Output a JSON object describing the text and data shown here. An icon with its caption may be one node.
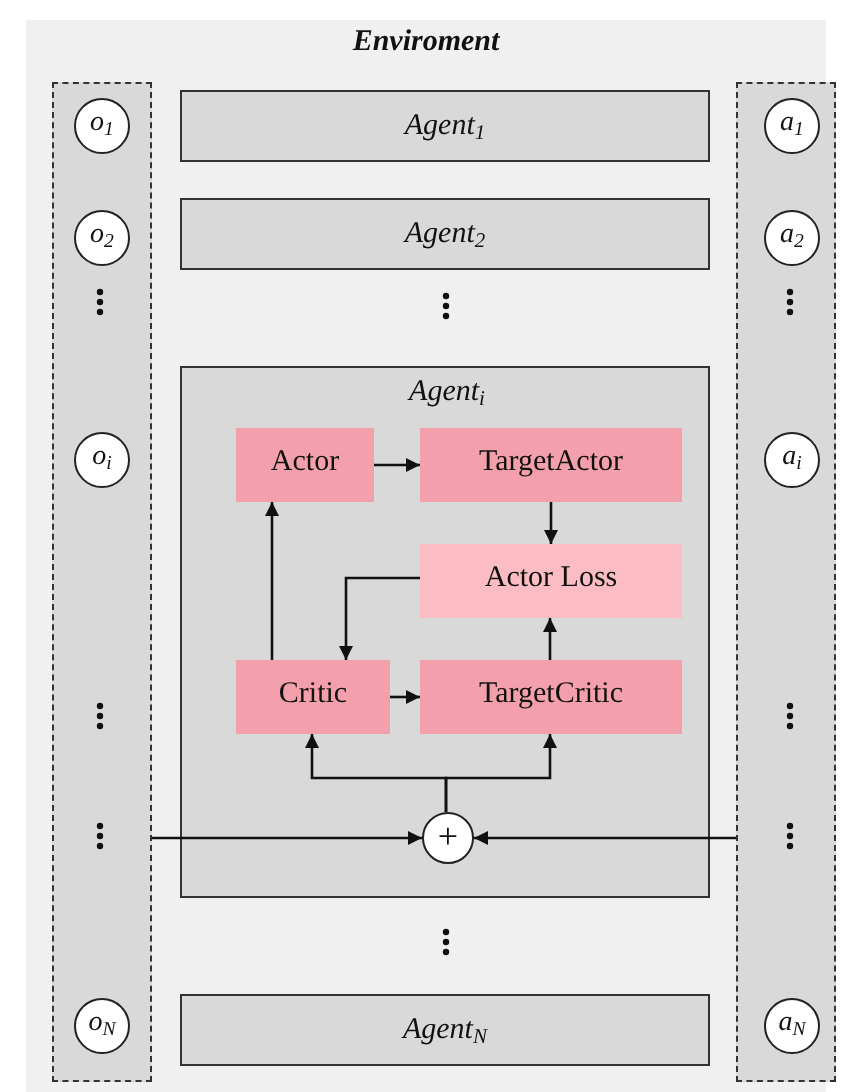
{
  "diagram": {
    "nodes": [
      {
        "text": [
          "Enviroment"
        ]
      },
      {
        "text": [],
        "shape": "box",
        "in": 0
      },
      {
        "text": [
          "o$_{1}$"
        ],
        "in": 1
      },
      {
        "text": [
          "o$_{2}$"
        ],
        "in": 1
      },
      {
        "text": [
          "o$_{i}$"
        ],
        "in": 1
      },
      {
        "text": [
          "o$_{N}$"
        ],
        "in": 1
      },
      {
        "text": [],
        "shape": "box",
        "in": 0
      },
      {
        "text": [
          "a$_{1}$"
        ],
        "in": 6
      },
      {
        "text": [
          "a$_{2}$"
        ],
        "in": 6
      },
      {
        "text": [
          "a$_{i}$"
        ],
        "in": 6
      },
      {
        "text": [
          "a$_{N}$"
        ],
        "in": 6
      },
      {
        "text": [
          "Agent$_{1}$"
        ],
        "in": 0
      },
      {
        "text": [
          "Agent$_{2}$"
        ],
        "in": 0
      },
      {
        "text": [
          "Agent$_{i}$"
        ],
        "in": 0
      },
      {
        "text": [
          "Actor"
        ],
        "in": 13
      },
      {
        "text": [
          "TargetActor"
        ],
        "in": 13
      },
      {
        "text": [
          "Actor Loss"
        ],
        "in": 13
      },
      {
        "text": [
          "Critic"
        ],
        "in": 13
      },
      {
        "text": [
          "TargetCritic"
        ],
        "in": 13
      },
      {
        "text": [
          "+"
        ],
        "in": 13
      },
      {
        "text": [
          "Agent$_{N}$"
        ],
        "in": 0
      }
    ],
    "edges": [
      {
        "from": 14,
        "to": 15,
        "arrow": "to"
      },
      {
        "from": 15,
        "to": 16,
        "arrow": "to"
      },
      {
        "from": 16,
        "to": 17,
        "arrow": "to"
      },
      {
        "from": 17,
        "to": 14,
        "arrow": "to"
      },
      {
        "from": 17,
        "to": 18,
        "arrow": "to"
      },
      {
        "from": 18,
        "to": 16,
        "arrow": "to"
      },
      {
        "from": 19,
        "to": 17,
        "arrow": "to"
      },
      {
        "from": 19,
        "to": 18,
        "arrow": "to"
      },
      {
        "from": 1,
        "to": 19,
        "arrow": "to"
      },
      {
        "from": 6,
        "to": 19,
        "arrow": "to"
      }
    ]
  }
}
